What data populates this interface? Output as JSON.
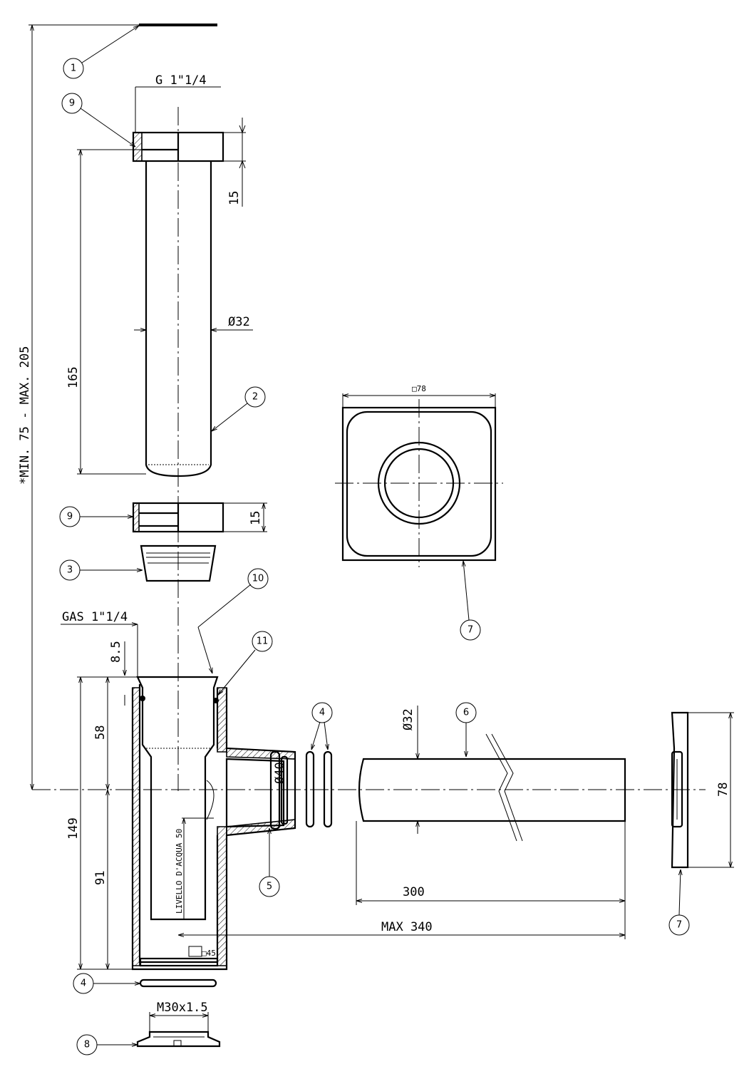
{
  "dimensions": {
    "thread_top": "G 1\"1/4",
    "height_flange": "15",
    "tube_length": "165",
    "tube_diameter": "Ø32",
    "square_plate": "□78",
    "ring_height": "15",
    "thread_body": "GAS 1\"1/4",
    "upper_offset": "8.5",
    "upper_height": "58",
    "total_height": "149",
    "lower_height": "91",
    "bore": "Ø40",
    "water_level": "LIVELLO D'ACQUA 50",
    "hex": "□45",
    "outlet_diameter": "Ø32",
    "outlet_length": "300",
    "max_length": "MAX 340",
    "escutcheon": "78",
    "cap_thread": "M30x1.5",
    "overall": "*MIN. 75   -   MAX. 205"
  },
  "balloons": [
    "1",
    "9",
    "2",
    "9",
    "3",
    "10",
    "11",
    "4",
    "5",
    "6",
    "7",
    "7",
    "4",
    "8"
  ]
}
